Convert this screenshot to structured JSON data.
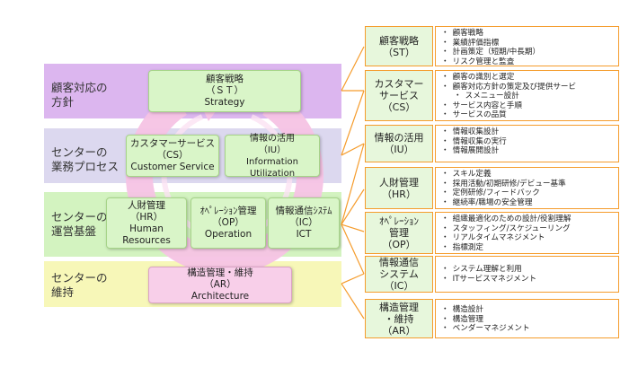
{
  "bands": [
    {
      "label": "顧客対応の\n方針",
      "color": "#dcb6ef"
    },
    {
      "label": "センターの\n業務プロセス",
      "color": "#dcd8ef"
    },
    {
      "label": "センターの\n運営基盤",
      "color": "#d3f3c0"
    },
    {
      "label": "センターの\n維持",
      "color": "#f7f7b8"
    }
  ],
  "left_boxes": {
    "st": [
      "顧客戦略",
      "（ＳＴ）",
      "Strategy"
    ],
    "cs": [
      "カスタマーサービス",
      "（CS）",
      "Customer Service"
    ],
    "iu": [
      "情報の活用",
      "（IU）",
      "Information Utilization"
    ],
    "hr": [
      "人財管理",
      "（HR）",
      "Human",
      "Resources"
    ],
    "op": [
      "ｵﾍﾟﾚｰｼｮﾝ管理",
      "（OP）",
      "Operation"
    ],
    "ic": [
      "情報通信ｼｽﾃﾑ",
      "（IC）",
      "ICT"
    ],
    "ar": [
      "構造管理・維持",
      "（AR）",
      "Architecture"
    ]
  },
  "right_rows": [
    {
      "title": [
        "顧客戦略",
        "（ST）"
      ],
      "items": [
        "顧客戦略",
        "業績評価指標",
        "計画策定（短期/中長期）",
        "リスク管理と監査"
      ]
    },
    {
      "title": [
        "カスタマー",
        "サービス",
        "（CS）"
      ],
      "items": [
        "顧客の識別と選定",
        "顧客対応方針の策定及び提供サービ",
        "スメニュー設計",
        "サービス内容と手順",
        "サービスの品質"
      ]
    },
    {
      "title": [
        "情報の活用",
        "（IU）"
      ],
      "items": [
        "情報収集設計",
        "情報収集の実行",
        "情報展開設計"
      ]
    },
    {
      "title": [
        "人財管理",
        "（HR）"
      ],
      "items": [
        "スキル定義",
        "採用活動/初期研修/デビュー基準",
        "定例研修/フィードバック",
        "継続率/職場の安全管理"
      ]
    },
    {
      "title": [
        "ｵﾍﾟﾚｰｼｮﾝ",
        "管理",
        "（OP）"
      ],
      "items": [
        "組織最適化のための設計/役割理解",
        "スタッフィング/スケジューリング",
        "リアルタイムマネジメント",
        "指標測定"
      ]
    },
    {
      "title": [
        "情報通信",
        "システム",
        "（IC）"
      ],
      "items": [
        "システム理解と利用",
        "ITサービスマネジメント"
      ]
    },
    {
      "title": [
        "構造管理",
        "・維持",
        "（AR）"
      ],
      "items": [
        "構造設計",
        "構造管理",
        "ベンダーマネジメント"
      ]
    }
  ],
  "colors": {
    "accent_orange": "#f59c2c",
    "cycle_pink": "#f6c3e4",
    "box_green": "#d9f5c8"
  }
}
